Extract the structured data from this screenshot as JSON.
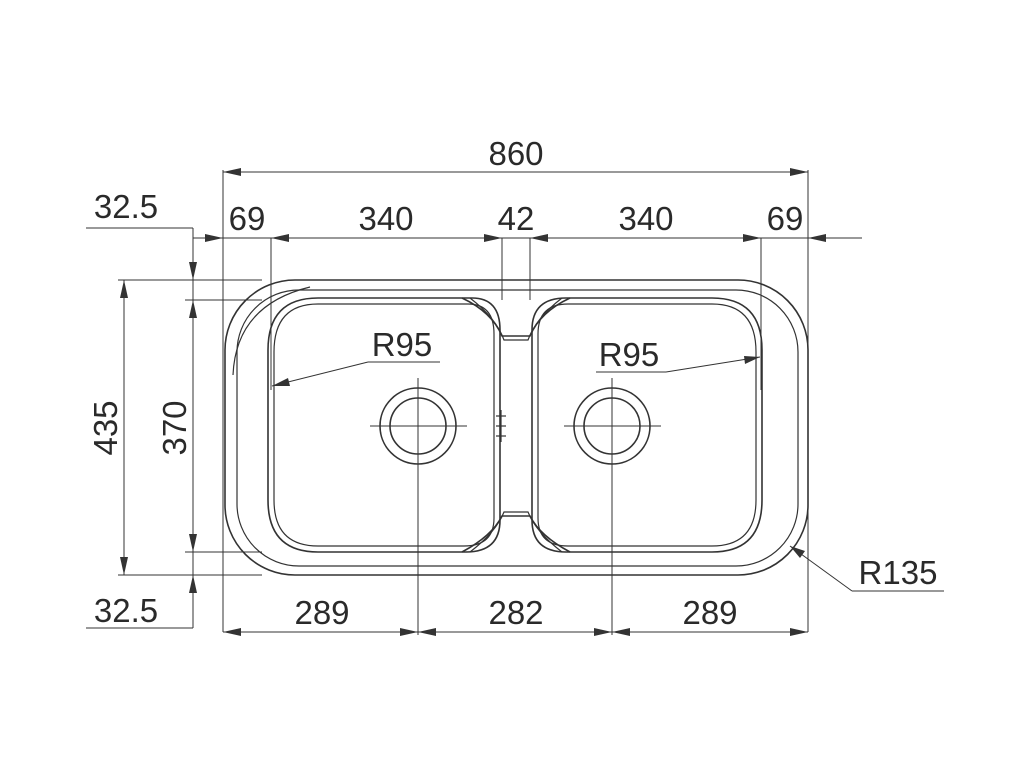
{
  "dimensions": {
    "overall_width": "860",
    "left_margin": "69",
    "left_bowl_width": "340",
    "divider_width": "42",
    "right_bowl_width": "340",
    "right_margin": "69",
    "top_offset": "32.5",
    "bottom_offset": "32.5",
    "overall_depth": "435",
    "bowl_depth": "370",
    "left_bowl_radius": "R95",
    "right_bowl_radius": "R95",
    "corner_radius": "R135",
    "left_to_drain": "289",
    "drain_spacing": "282",
    "drain_to_right": "289"
  }
}
